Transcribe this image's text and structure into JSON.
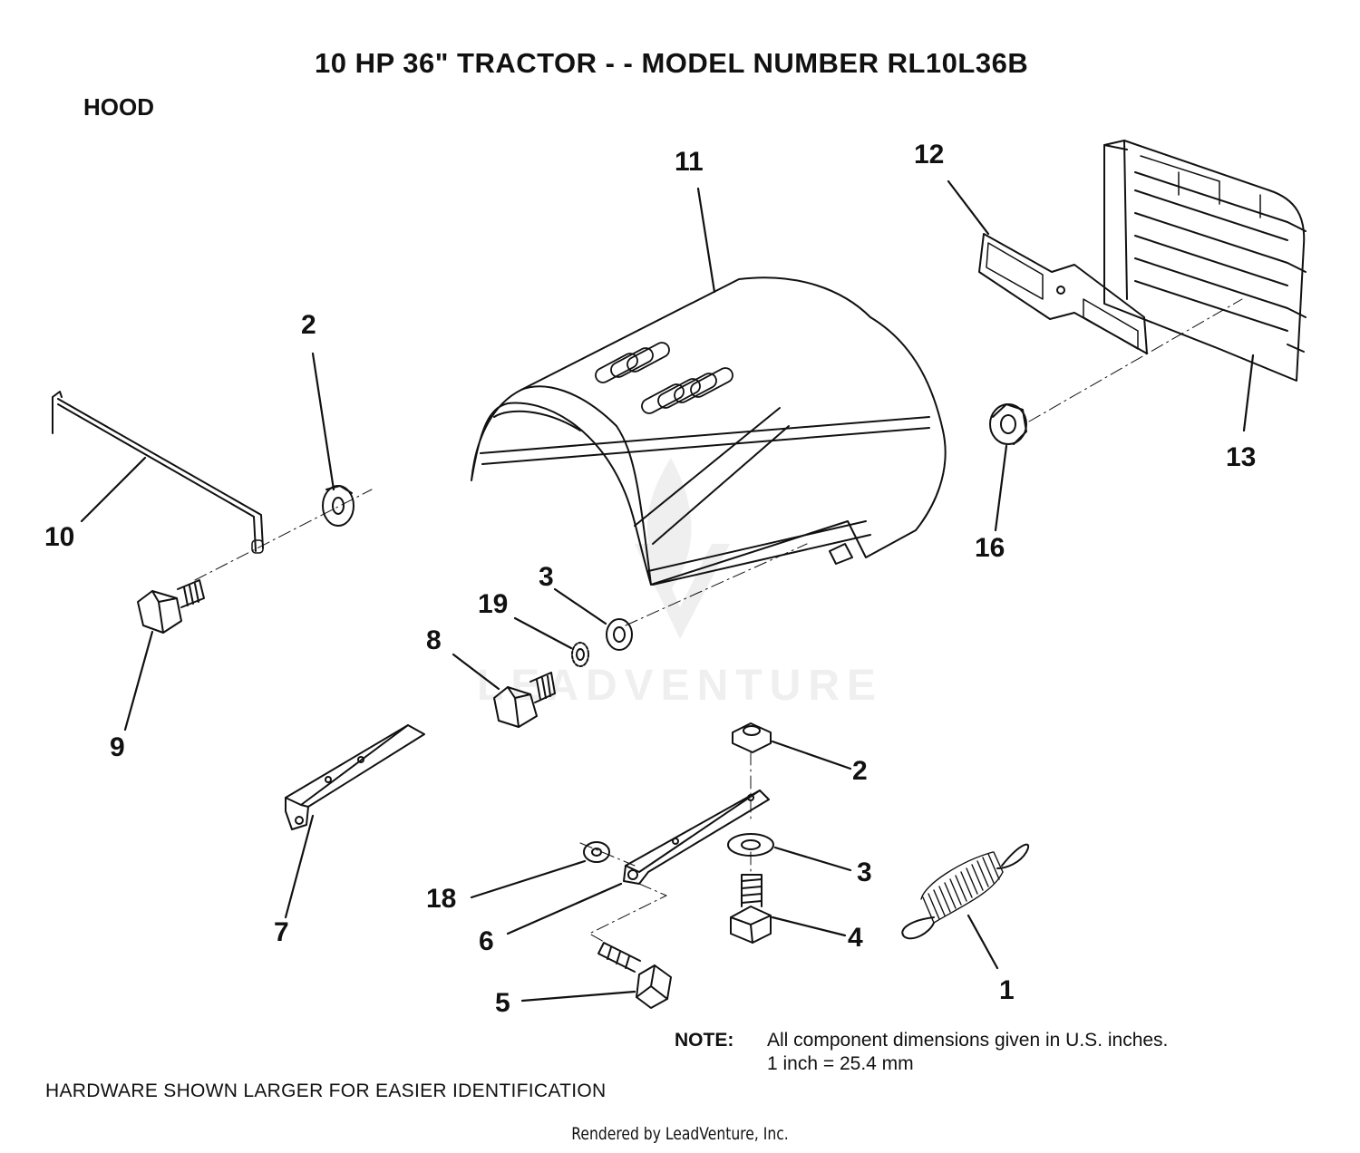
{
  "header": {
    "title": "10 HP 36\" TRACTOR - - MODEL NUMBER RL10L36B",
    "section": "HOOD"
  },
  "callouts": [
    {
      "id": "c1",
      "label": "1"
    },
    {
      "id": "c2a",
      "label": "2"
    },
    {
      "id": "c2b",
      "label": "2"
    },
    {
      "id": "c3a",
      "label": "3"
    },
    {
      "id": "c3b",
      "label": "3"
    },
    {
      "id": "c4",
      "label": "4"
    },
    {
      "id": "c5",
      "label": "5"
    },
    {
      "id": "c6",
      "label": "6"
    },
    {
      "id": "c7",
      "label": "7"
    },
    {
      "id": "c8",
      "label": "8"
    },
    {
      "id": "c9",
      "label": "9"
    },
    {
      "id": "c10",
      "label": "10"
    },
    {
      "id": "c11",
      "label": "11"
    },
    {
      "id": "c12",
      "label": "12"
    },
    {
      "id": "c13",
      "label": "13"
    },
    {
      "id": "c16",
      "label": "16"
    },
    {
      "id": "c18",
      "label": "18"
    },
    {
      "id": "c19",
      "label": "19"
    }
  ],
  "note": {
    "label": "NOTE:",
    "line1": "All component dimensions given in U.S. inches.",
    "line2": "1 inch = 25.4 mm"
  },
  "footer": {
    "hardware_note": "HARDWARE SHOWN LARGER FOR EASIER IDENTIFICATION",
    "credit": "Rendered by LeadVenture, Inc."
  },
  "watermark": {
    "text": "LEADVENTURE"
  }
}
